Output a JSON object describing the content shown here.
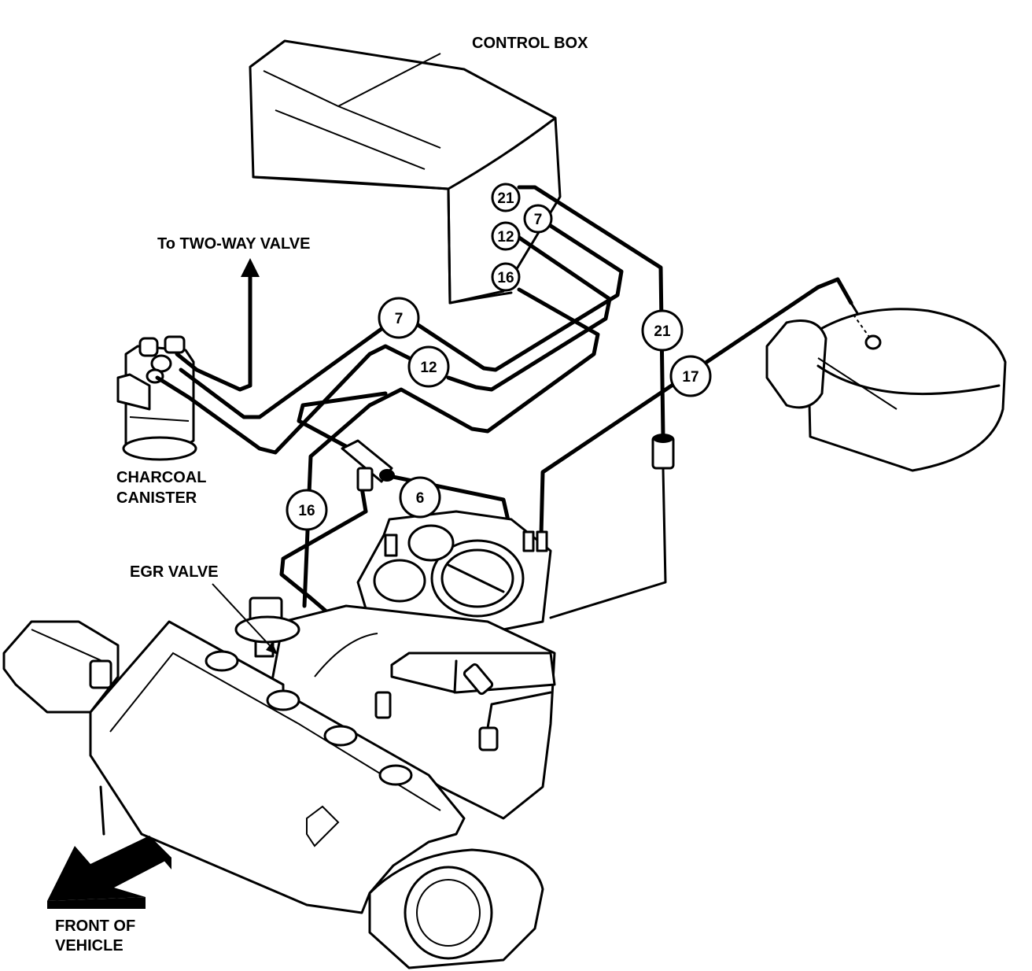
{
  "labels": {
    "control_box": "CONTROL BOX",
    "two_way_valve": "To TWO-WAY VALVE",
    "charcoal_canister_1": "CHARCOAL",
    "charcoal_canister_2": "CANISTER",
    "egr_valve": "EGR VALVE",
    "front_vehicle_1": "FRONT OF",
    "front_vehicle_2": "VEHICLE"
  },
  "hose_numbers": {
    "box_21": "21",
    "box_7": "7",
    "box_12": "12",
    "box_16": "16",
    "mid_7": "7",
    "mid_12": "12",
    "right_21": "21",
    "right_17": "17",
    "center_6": "6",
    "left_16": "16"
  },
  "icons": [
    "direction-arrow-icon",
    "up-arrow-icon"
  ]
}
